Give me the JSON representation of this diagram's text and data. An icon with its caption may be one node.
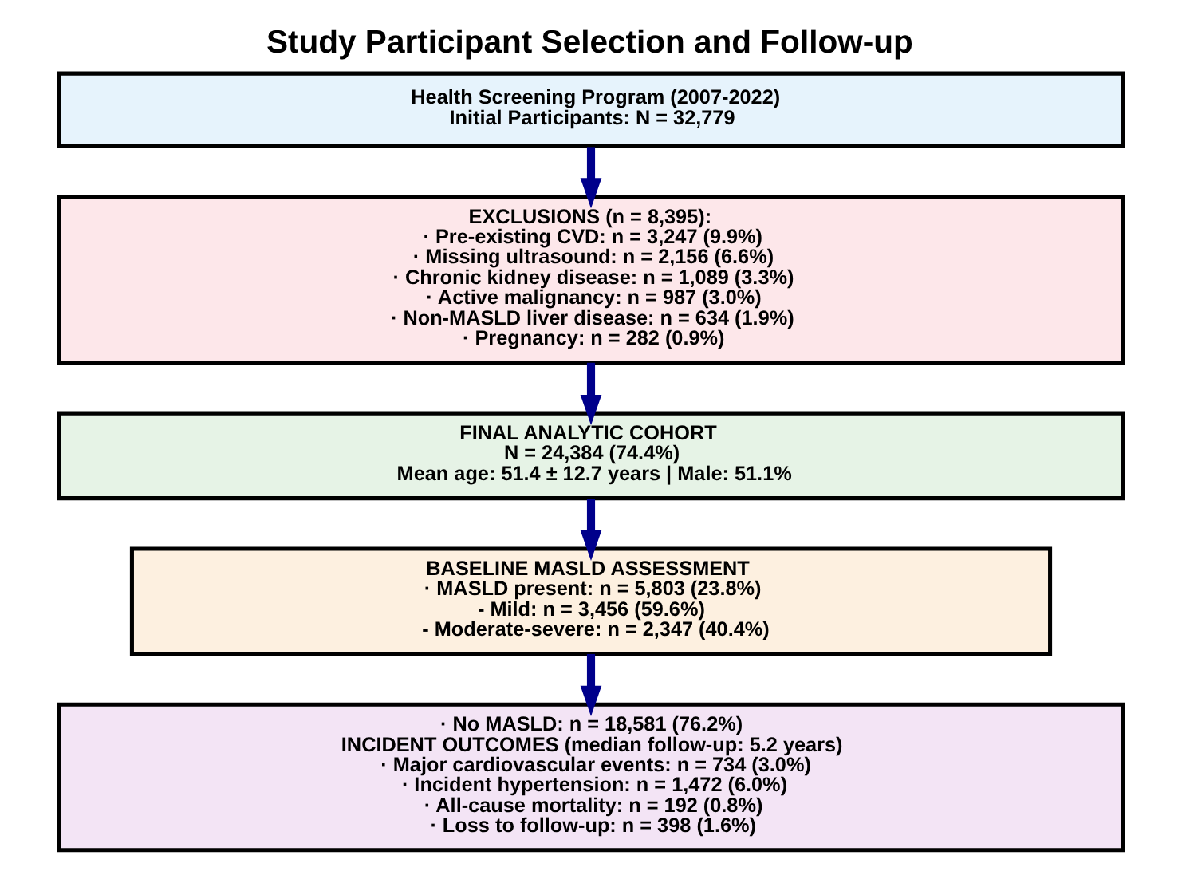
{
  "diagram": {
    "title": "Study Participant Selection and Follow-up",
    "nodes": [
      {
        "text": [
          "Health Screening Program (2007-2022)",
          "Initial Participants: N = 32,779"
        ]
      },
      {
        "text": [
          "EXCLUSIONS (n = 8,395):",
          "· Pre-existing CVD: n = 3,247 (9.9%)",
          "· Missing ultrasound: n = 2,156 (6.6%)",
          "· Chronic kidney disease: n = 1,089 (3.3%)",
          "· Active malignancy: n = 987 (3.0%)",
          "· Non-MASLD liver disease: n = 634 (1.9%)",
          "· Pregnancy: n = 282 (0.9%)"
        ]
      },
      {
        "text": [
          "FINAL ANALYTIC COHORT",
          "N = 24,384 (74.4%)",
          "Mean age: 51.4 ± 12.7 years | Male: 51.1%"
        ]
      },
      {
        "text": [
          "BASELINE MASLD ASSESSMENT",
          "· MASLD present: n = 5,803 (23.8%)",
          "- Mild: n = 3,456 (59.6%)",
          "- Moderate-severe: n = 2,347 (40.4%)"
        ]
      },
      {
        "text": [
          "· No MASLD: n = 18,581 (76.2%)",
          "INCIDENT OUTCOMES (median follow-up: 5.2 years)",
          "· Major cardiovascular events: n = 734 (3.0%)",
          "· Incident hypertension: n = 1,472 (6.0%)",
          "· All-cause mortality: n = 192 (0.8%)",
          "· Loss to follow-up: n = 398 (1.6%)"
        ]
      }
    ],
    "edges": [
      {
        "from": 0,
        "to": 1,
        "arrow": "to"
      },
      {
        "from": 1,
        "to": 2,
        "arrow": "to"
      },
      {
        "from": 2,
        "to": 3,
        "arrow": "to"
      },
      {
        "from": 3,
        "to": 4,
        "arrow": "to"
      }
    ]
  }
}
